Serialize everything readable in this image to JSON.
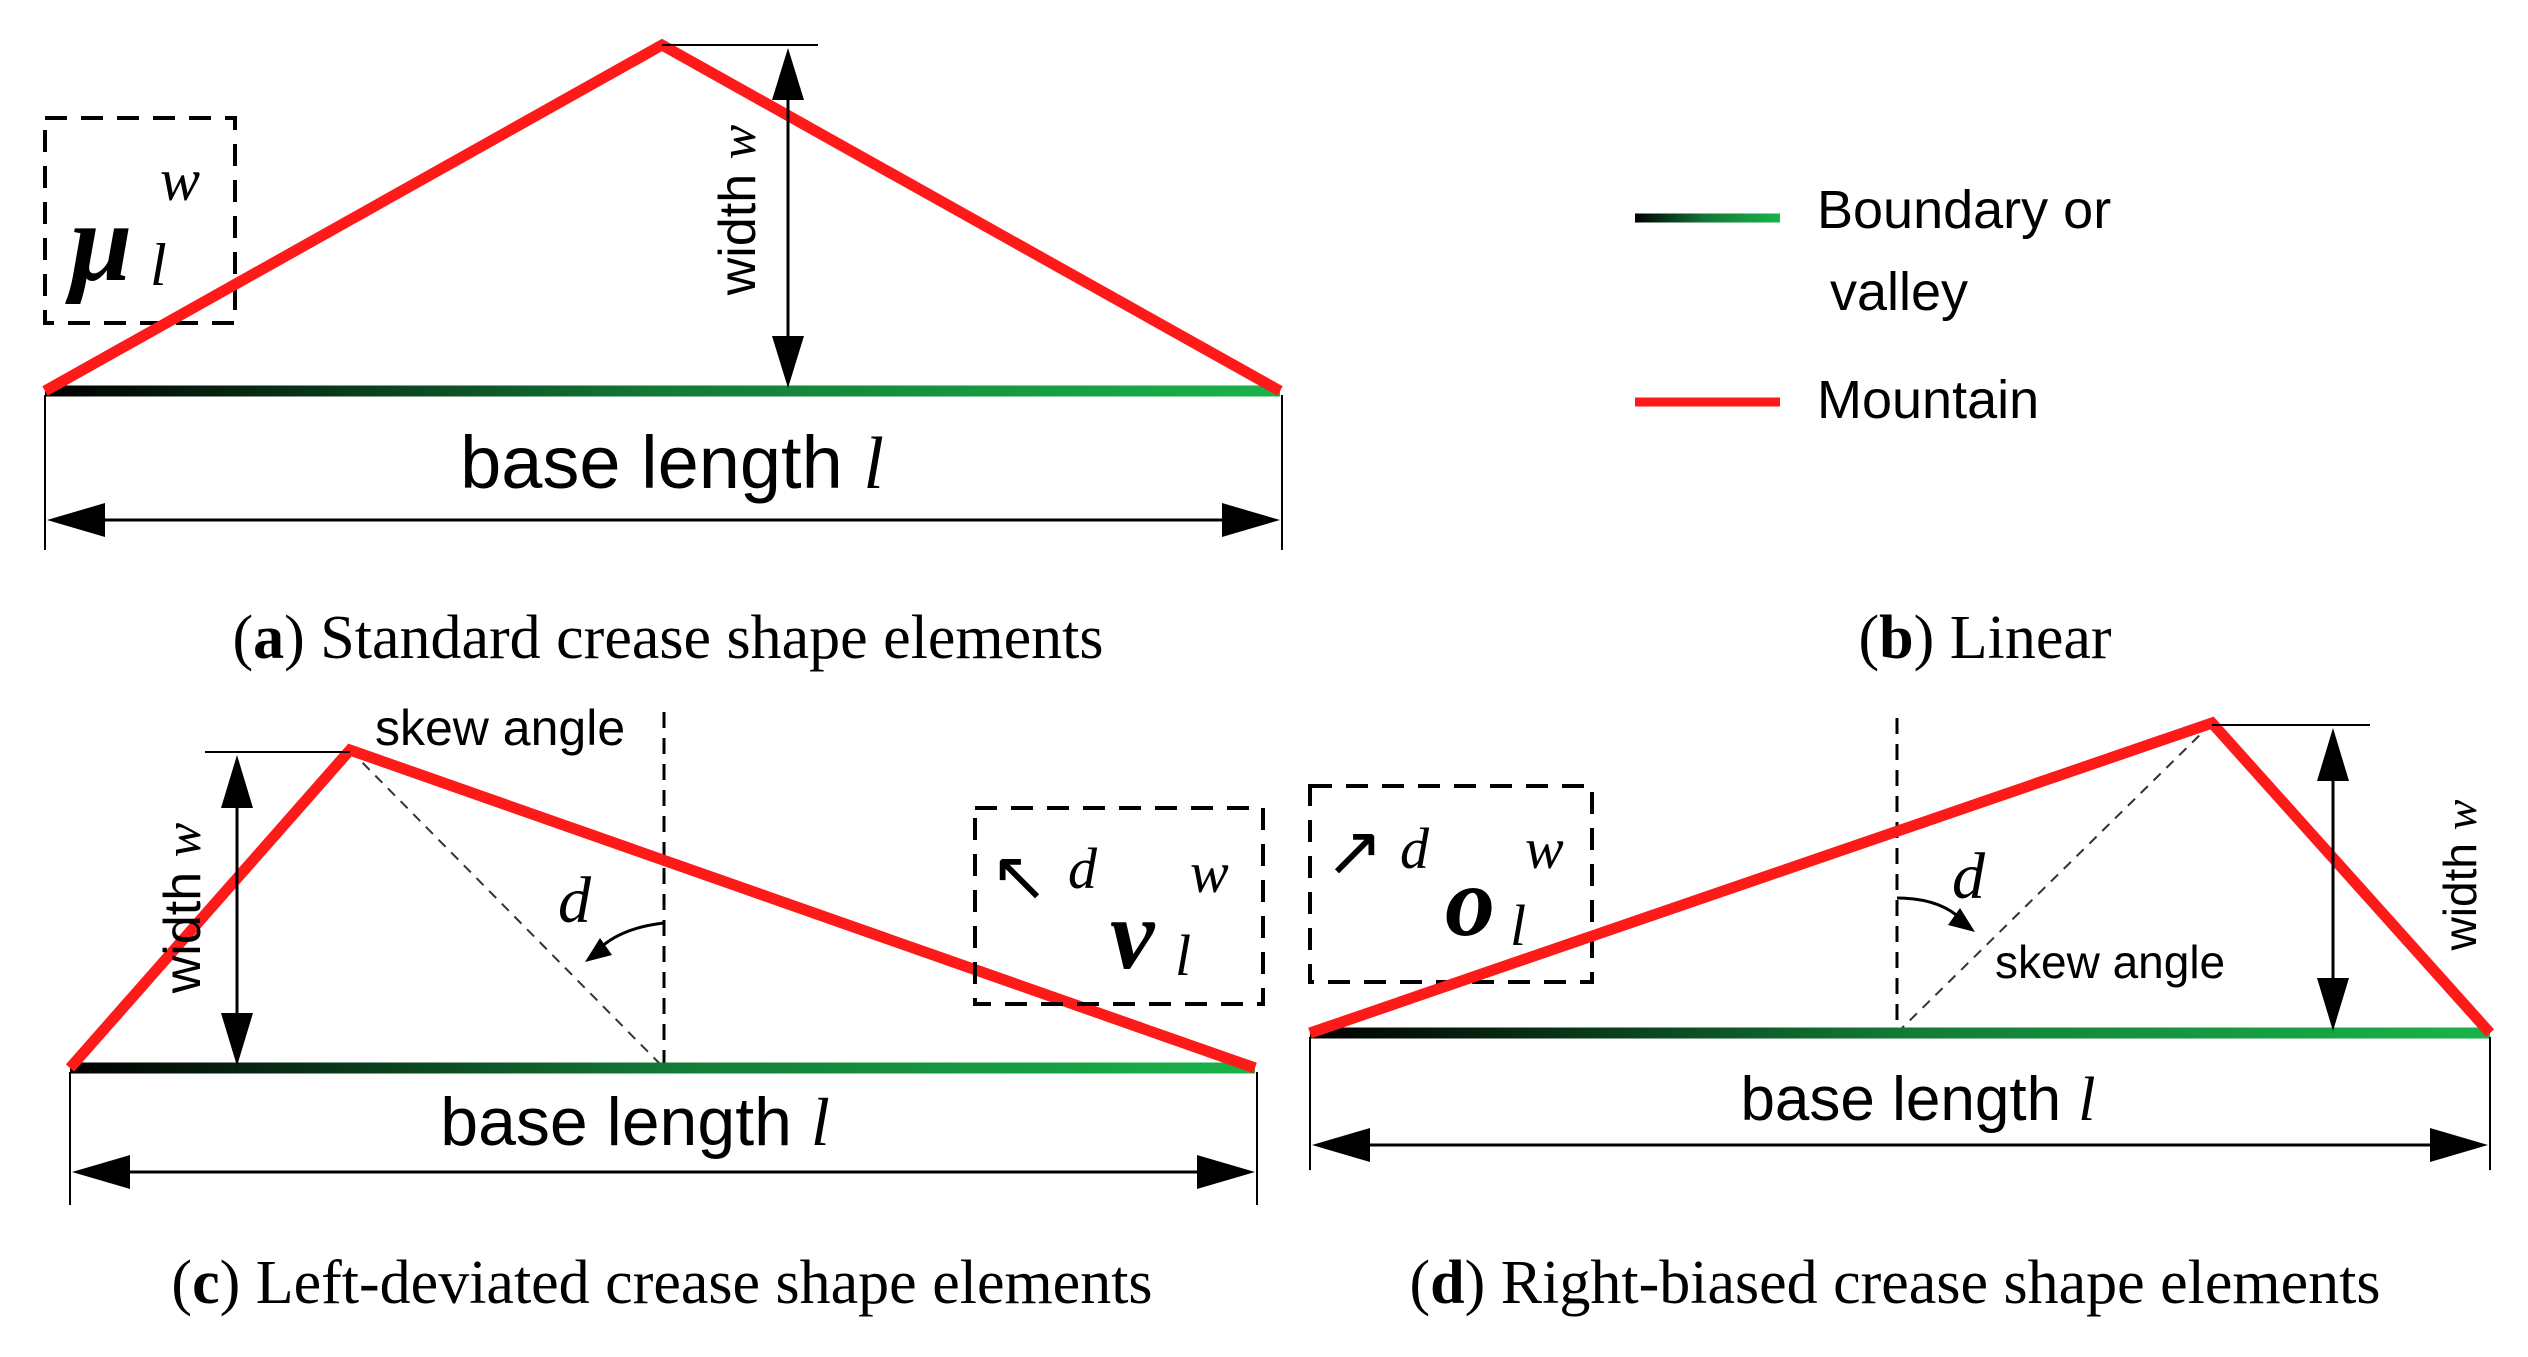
{
  "panels": {
    "a": {
      "letter": "a",
      "caption": "Standard crease shape elements",
      "symbol": {
        "base": "μ",
        "sub": "l",
        "sup": "w"
      },
      "width_label": "width",
      "width_var": "w",
      "base_label": "base length",
      "base_var": "l"
    },
    "b": {
      "letter": "b",
      "caption": "Linear",
      "legend": [
        {
          "line1": "Boundary or",
          "line2": "valley",
          "color_start": "#000000",
          "color_end": "#19b34a"
        },
        {
          "line1": "Mountain",
          "line2": "",
          "color_start": "#ff0000",
          "color_end": "#ff0000"
        }
      ]
    },
    "c": {
      "letter": "c",
      "caption": "Left-deviated crease shape elements",
      "symbol": {
        "arrow": "↖",
        "dir": "d",
        "base": "ν",
        "sub": "l",
        "sup": "w"
      },
      "width_label": "width",
      "width_var": "w",
      "skew_label": "skew angle",
      "angle_var": "d",
      "base_label": "base length",
      "base_var": "l"
    },
    "d": {
      "letter": "d",
      "caption": "Right-biased crease shape elements",
      "symbol": {
        "arrow": "↗",
        "dir": "d",
        "base": "o",
        "sub": "l",
        "sup": "w"
      },
      "width_label": "width",
      "width_var": "w",
      "skew_label": "skew angle",
      "angle_var": "d",
      "base_label": "base length",
      "base_var": "l"
    }
  },
  "colors": {
    "mountain": "#ff1a1a",
    "valley_start": "#000000",
    "valley_end": "#19b34a"
  }
}
